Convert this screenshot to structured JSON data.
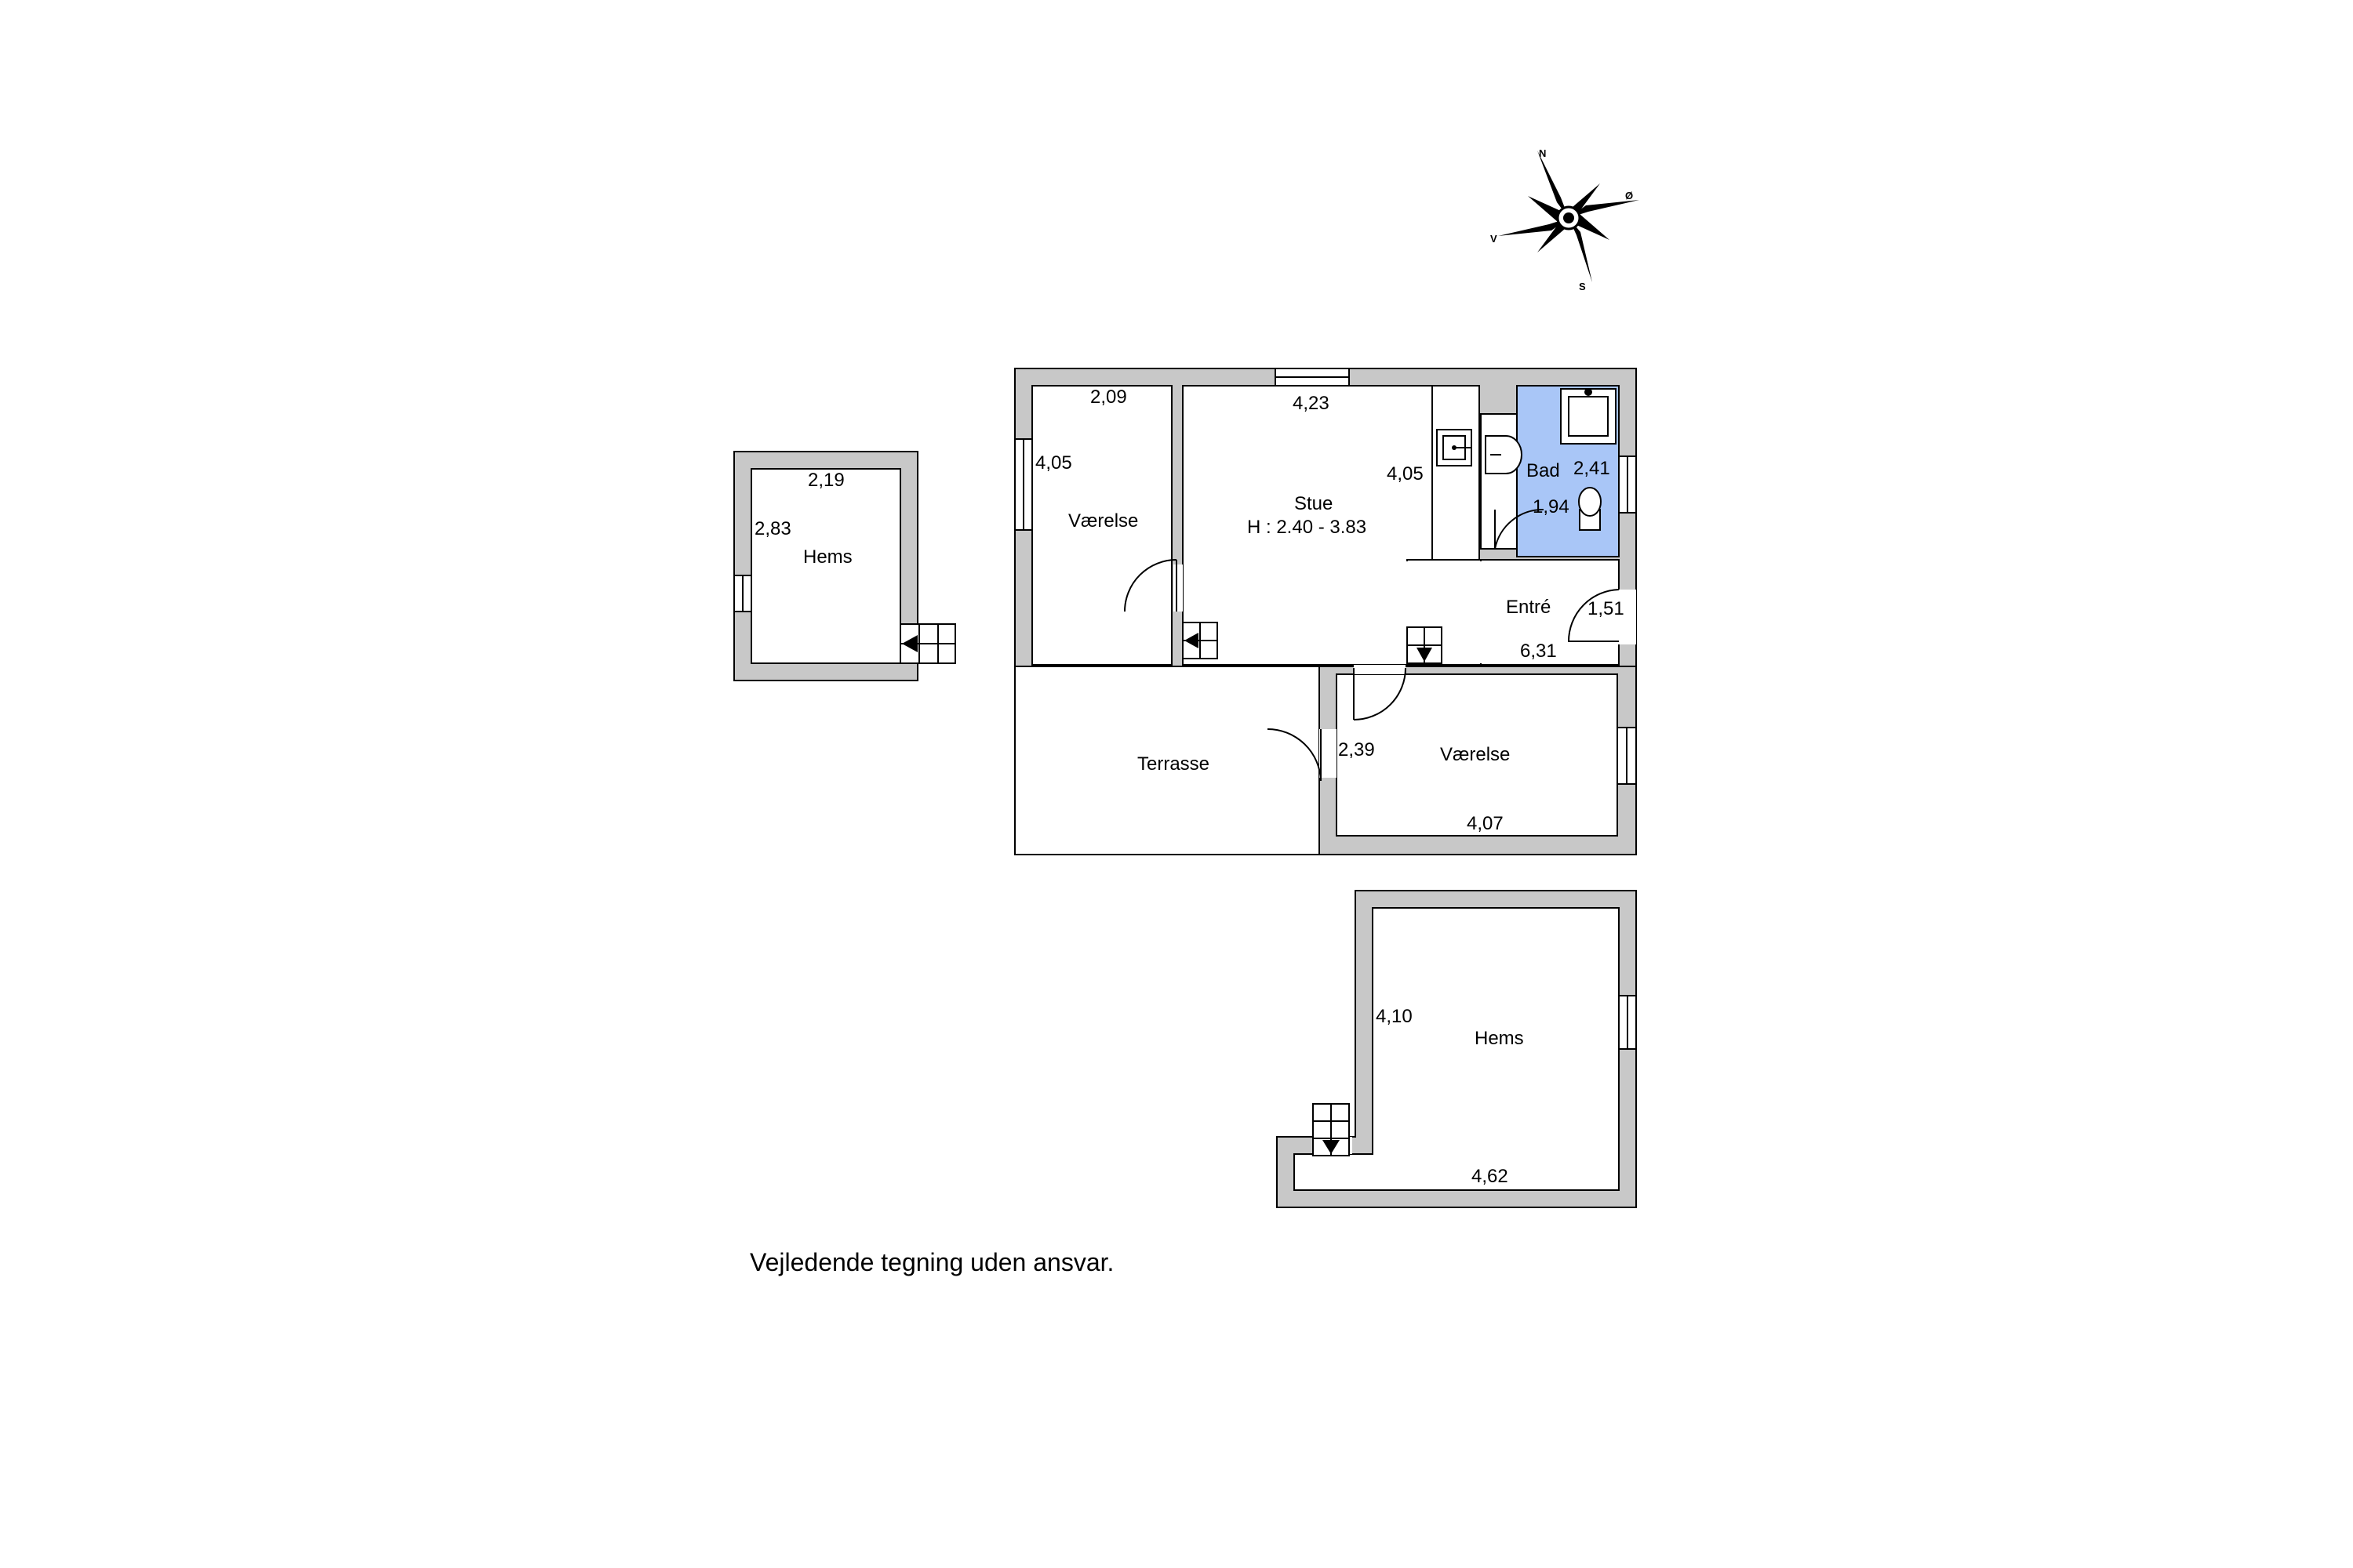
{
  "compass": {
    "north": "N",
    "east": "Ø",
    "south": "S",
    "west": "V"
  },
  "rooms": {
    "vaerelse_1": {
      "name": "Værelse",
      "width": "2,09",
      "depth": "4,05"
    },
    "stue": {
      "name": "Stue",
      "height_note": "H : 2.40 - 3.83",
      "width": "4,23",
      "depth": "4,05"
    },
    "bad": {
      "name": "Bad",
      "width": "2,41",
      "depth": "1,94"
    },
    "entre": {
      "name": "Entré",
      "width": "6,31",
      "depth": "1,51"
    },
    "vaerelse_2": {
      "name": "Værelse",
      "width": "4,07",
      "depth": "2,39"
    },
    "terrasse": {
      "name": "Terrasse"
    },
    "hems_small": {
      "name": "Hems",
      "width": "2,19",
      "depth": "2,83"
    },
    "hems_large": {
      "name": "Hems",
      "width": "4,62",
      "depth": "4,10"
    }
  },
  "disclaimer": "Vejledende tegning uden ansvar.",
  "colors": {
    "wall": "#c8c8c8",
    "bathroom": "#a9c6f7",
    "background": "#ffffff"
  }
}
